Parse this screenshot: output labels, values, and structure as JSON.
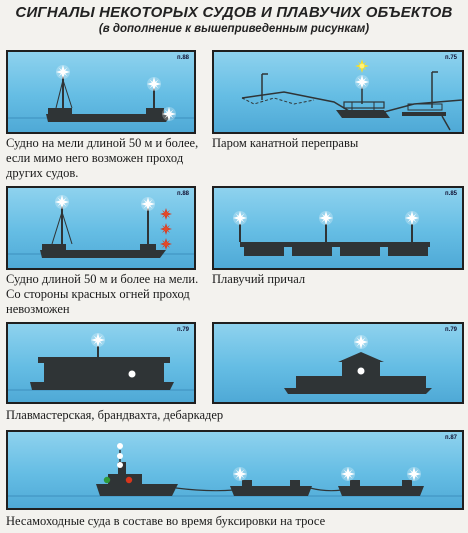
{
  "title": "СИГНАЛЫ НЕКОТОРЫХ СУДОВ И ПЛАВУЧИХ ОБЪЕКТОВ",
  "subtitle": "(в дополнение к вышеприведенным рисункам)",
  "panels": [
    {
      "num": "п.88",
      "caption": "Судно на мели длиной 50 м и более, если мимо него возможен проход других судов."
    },
    {
      "num": "п.75",
      "caption": "Паром канатной переправы"
    },
    {
      "num": "п.88",
      "caption": "Судно длиной 50 м и более на мели. Со стороны красных огней проход невозможен"
    },
    {
      "num": "п.85",
      "caption": "Плавучий причал"
    },
    {
      "num": "п.79",
      "caption": "Плавмастерская, брандвахта, дебаркадер"
    },
    {
      "num": "п.79",
      "caption": ""
    },
    {
      "num": "п.87",
      "caption": "Несамоходные суда в составе во время буксировки на тросе"
    }
  ],
  "colors": {
    "water": "#65bde4",
    "hull": "#2f3436",
    "light_white": "#ffffff",
    "light_red": "#d8361c",
    "light_yellow": "#f5df2a",
    "light_green": "#2f9a3a"
  }
}
